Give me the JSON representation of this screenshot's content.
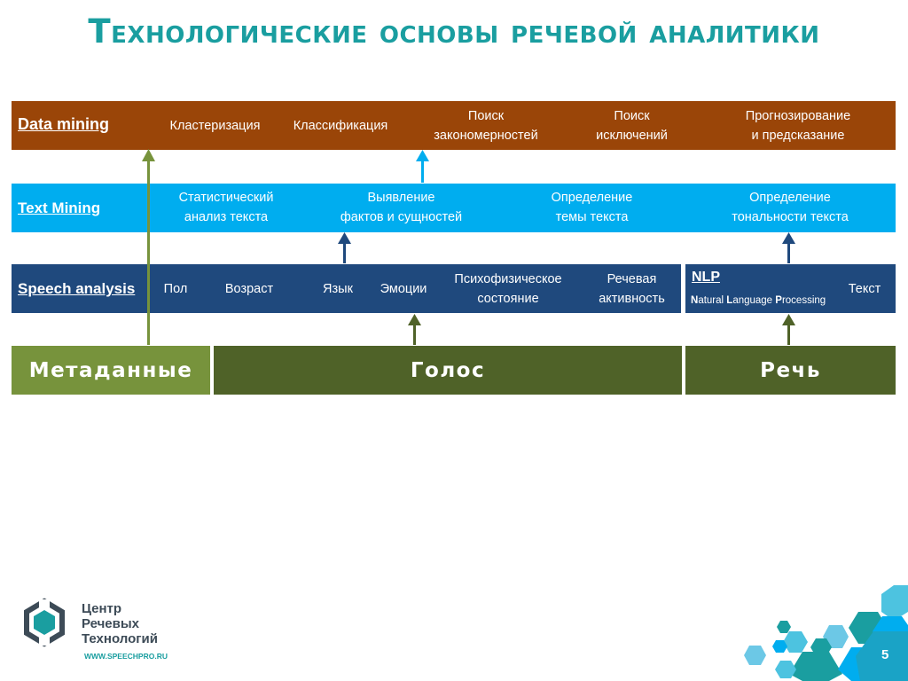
{
  "title": "Технологические основы речевой аналитики",
  "data_mining": {
    "label": "Data mining",
    "items": [
      "Кластеризация",
      "Классификация",
      "Поиск\nзакономерностей",
      "Поиск\nисключений",
      "Прогнозирование\nи предсказание"
    ]
  },
  "text_mining": {
    "label": "Text Mining",
    "items": [
      "Статистический\nанализ текста",
      "Выявление\nфактов и сущностей",
      "Определение\nтемы текста",
      "Определение\nтональности текста"
    ]
  },
  "speech_analysis": {
    "label": "Speech analysis",
    "items": [
      "Пол",
      "Возраст",
      "Язык",
      "Эмоции",
      "Психофизическое\nсостояние",
      "Речевая\nактивность"
    ]
  },
  "nlp": {
    "label": "NLP",
    "subtitle_parts": [
      "N",
      "atural ",
      "L",
      "anguage ",
      "P",
      "rocessing"
    ],
    "text": "Текст"
  },
  "base": {
    "metadata": "Метаданные",
    "voice": "Голос",
    "speech": "Речь"
  },
  "logo": {
    "line1": "Центр",
    "line2": "Речевых",
    "line3": "Технологий",
    "url": "WWW.SPEECHPRO.RU"
  },
  "page_number": "5",
  "colors": {
    "title": "#1a9ea0",
    "data_mining_bar": "#9a4508",
    "text_mining_bar": "#00adef",
    "speech_bar": "#1f497d",
    "meta_bar": "#77933c",
    "voice_bar": "#4f6228"
  }
}
